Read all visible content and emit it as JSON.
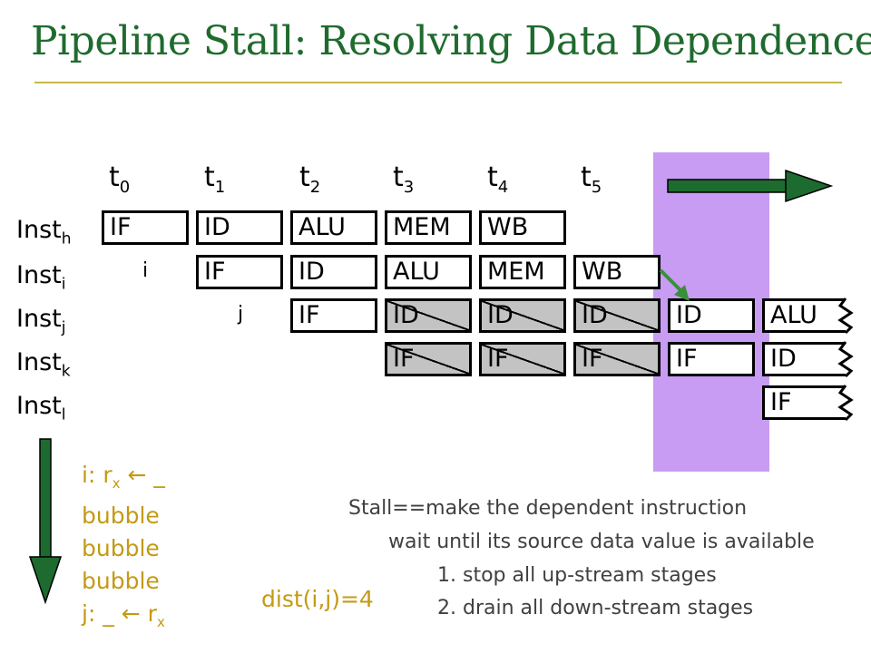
{
  "title": "Pipeline Stall: Resolving Data Dependence",
  "time_labels": [
    {
      "base": "t",
      "sub": "0"
    },
    {
      "base": "t",
      "sub": "1"
    },
    {
      "base": "t",
      "sub": "2"
    },
    {
      "base": "t",
      "sub": "3"
    },
    {
      "base": "t",
      "sub": "4"
    },
    {
      "base": "t",
      "sub": "5"
    }
  ],
  "row_labels": [
    {
      "base": "Inst",
      "sub": "h"
    },
    {
      "base": "Inst",
      "sub": "i"
    },
    {
      "base": "Inst",
      "sub": "j"
    },
    {
      "base": "Inst",
      "sub": "k"
    },
    {
      "base": "Inst",
      "sub": "l"
    }
  ],
  "markers": {
    "i": "i",
    "j": "j"
  },
  "pipeline": {
    "row_h": [
      "IF",
      "ID",
      "ALU",
      "MEM",
      "WB"
    ],
    "row_i": [
      "IF",
      "ID",
      "ALU",
      "MEM",
      "WB"
    ],
    "row_j": [
      "IF",
      "ID",
      "ID",
      "ID",
      "ID",
      "ALU"
    ],
    "row_k": [
      "IF",
      "IF",
      "IF",
      "IF",
      "ID"
    ],
    "row_l": [
      "IF"
    ]
  },
  "sequence": {
    "line1_pre": "i: r",
    "line1_sub": "x",
    "line1_arrow": "←",
    "line1_post": " _",
    "bubble1": "bubble",
    "bubble2": "bubble",
    "bubble3": "bubble",
    "line5_pre": "j: _ ",
    "line5_arrow": "←",
    "line5_post": " r",
    "line5_sub": "x"
  },
  "distance": "dist(i,j)=4",
  "notes": [
    "Stall==make the dependent instruction",
    "wait until its source data value is available",
    "1. stop all up-stream stages",
    "2. drain all down-stream stages"
  ],
  "colors": {
    "title": "#1f6b2e",
    "highlight": "#c89cf3",
    "arrow": "#1e6b2f",
    "sequence_text": "#c49a14",
    "stall_fill": "#c3c3c3"
  }
}
